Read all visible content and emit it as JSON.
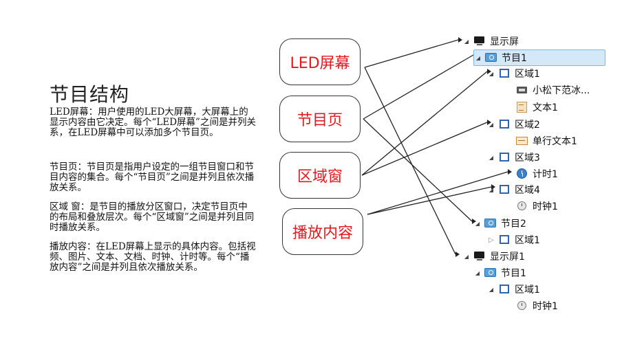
{
  "title": "节目结构",
  "paragraphs": [
    "LED屏幕：用户使用的LED大屏幕，大屏幕上的显示内容由它决定。每个“LED屏幕”之间是并列关系，在LED屏幕中可以添加多个节目页。",
    "节目页：节目页是指用户设定的一组节目窗口和节目内容的集合。每个“节目页”之间是并列且依次播放关系。",
    "区域 窗：是节目的播放分区窗口，决定节目页中的布局和叠放层次。每个“区域窗”之间是并列且同时播放关系。",
    "播放内容：在LED屏幕上显示的具体内容。包括视频、图片、文本、文档、时钟、计时等。每个“播放内容”之间是并列且依次播放关系。"
  ],
  "boxes": [
    "LED屏幕",
    "节目页",
    "区域窗",
    "播放内容"
  ],
  "tree": [
    {
      "label": "显示屏",
      "icon": "monitor-icon",
      "arrow": "open"
    },
    {
      "label": "节目1",
      "icon": "program-icon",
      "arrow": "open",
      "selected": true
    },
    {
      "label": "区域1",
      "icon": "region-icon",
      "arrow": "open"
    },
    {
      "label": "小松下范冰...",
      "icon": "video-icon",
      "arrow": "none"
    },
    {
      "label": "文本1",
      "icon": "text-icon",
      "arrow": "none"
    },
    {
      "label": "区域2",
      "icon": "region-icon",
      "arrow": "open"
    },
    {
      "label": "单行文本1",
      "icon": "single-line-text-icon",
      "arrow": "none"
    },
    {
      "label": "区域3",
      "icon": "region-icon",
      "arrow": "open"
    },
    {
      "label": "计时1",
      "icon": "timer-icon",
      "arrow": "none"
    },
    {
      "label": "区域4",
      "icon": "region-icon",
      "arrow": "open"
    },
    {
      "label": "时钟1",
      "icon": "clock-icon",
      "arrow": "none"
    },
    {
      "label": "节目2",
      "icon": "program-icon",
      "arrow": "open"
    },
    {
      "label": "区域1",
      "icon": "region-icon",
      "arrow": "closed"
    },
    {
      "label": "显示屏1",
      "icon": "monitor-icon",
      "arrow": "open"
    },
    {
      "label": "节目1",
      "icon": "program-icon",
      "arrow": "open"
    },
    {
      "label": "区域1",
      "icon": "region-icon",
      "arrow": "open"
    },
    {
      "label": "时钟1",
      "icon": "clock-icon",
      "arrow": "none"
    }
  ],
  "colors": {
    "box_text": "#e8171d",
    "selection": "#d4e8fa"
  }
}
